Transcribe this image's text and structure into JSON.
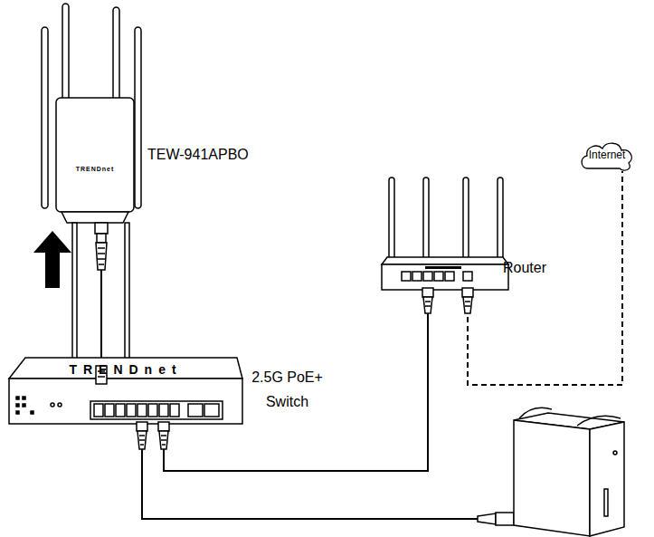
{
  "diagram": {
    "nodes": [
      {
        "text": [
          "TEW-941APBO"
        ]
      },
      {
        "text": [
          "Internet"
        ]
      },
      {
        "text": [
          "Router"
        ]
      },
      {
        "text": [
          "2.5G PoE+ Switch"
        ]
      }
    ],
    "edges": [
      {
        "from": 3,
        "to": 0,
        "arrow": "none"
      },
      {
        "from": 3,
        "to": 2,
        "arrow": "none"
      },
      {
        "from": 2,
        "to": 1,
        "arrow": "none"
      }
    ],
    "labels": [
      "TRENDnet",
      "TRENDnet"
    ]
  }
}
